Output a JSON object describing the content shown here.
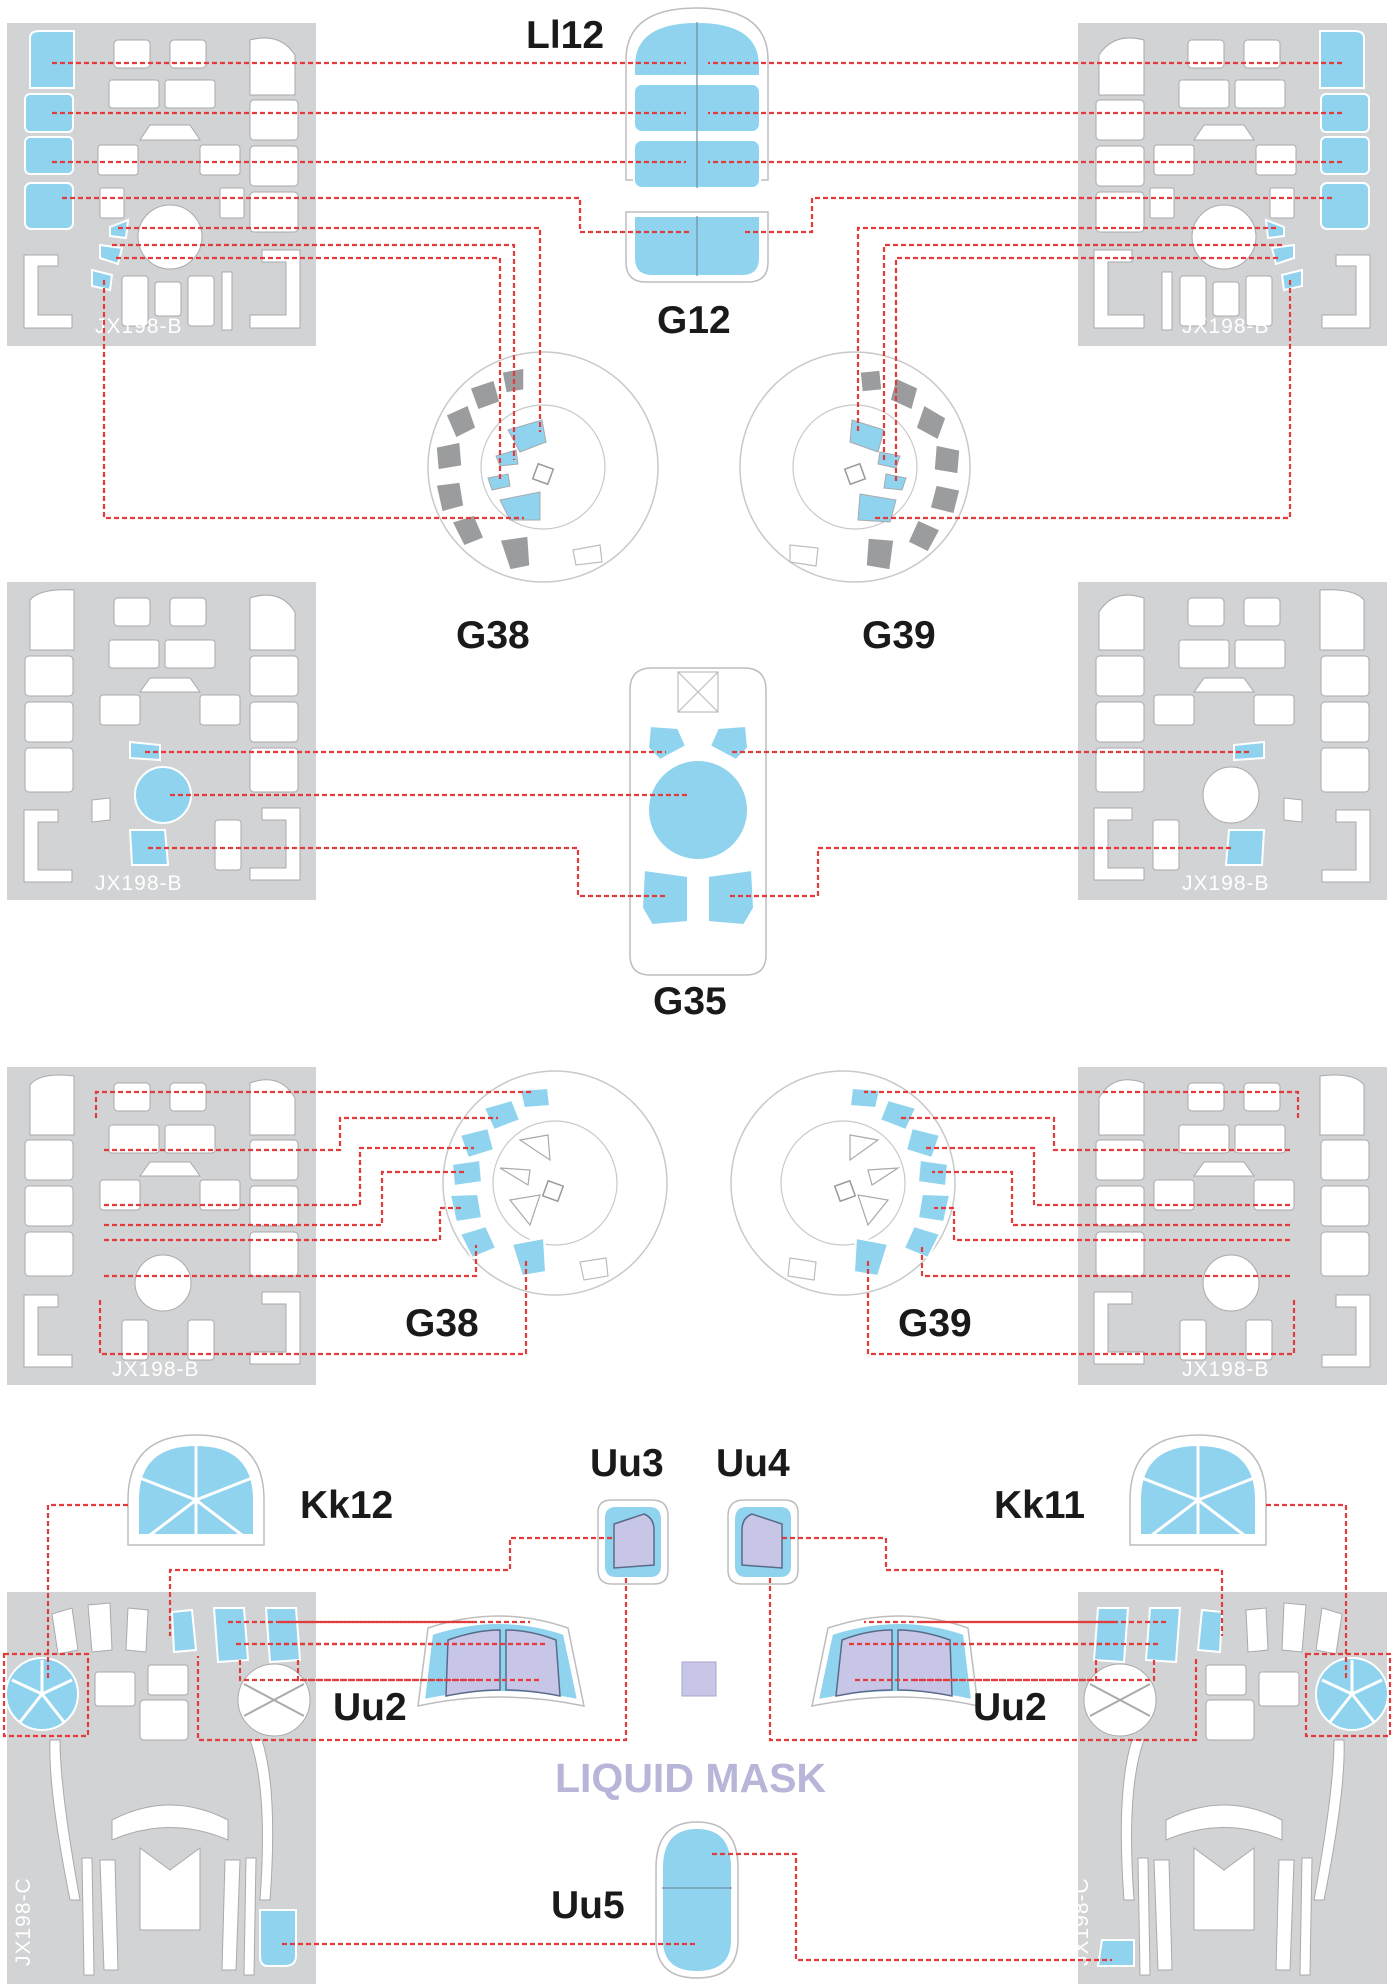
{
  "labels": {
    "ll12": "Ll12",
    "g12": "G12",
    "g38_top": "G38",
    "g39_top": "G39",
    "g35": "G35",
    "g38_mid": "G38",
    "g39_mid": "G39",
    "uu3": "Uu3",
    "uu4": "Uu4",
    "kk12": "Kk12",
    "kk11": "Kk11",
    "uu2_left": "Uu2",
    "uu2_right": "Uu2",
    "uu5": "Uu5",
    "liquid_mask": "LIQUID MASK"
  },
  "sheet_codes": {
    "b": "JX198-B",
    "c": "JX198-C"
  },
  "colors": {
    "mask_blue": "#8fd3ee",
    "sheet_gray": "#d2d3d5",
    "leader_red": "#e23b3b",
    "liquid_lavender": "#c8c6e6",
    "dark_gray": "#9b9c9e"
  }
}
